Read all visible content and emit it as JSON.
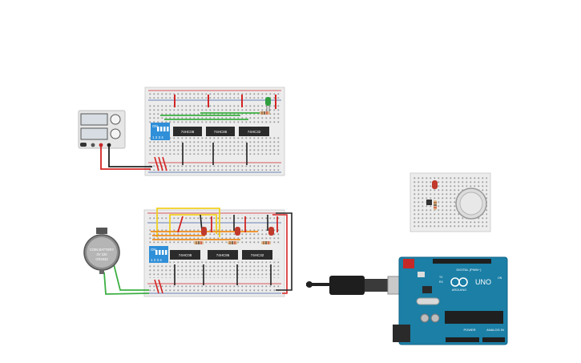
{
  "canvas": {
    "background": "#ffffff"
  },
  "colors": {
    "breadboard": "#ececec",
    "breadboard_edge": "#d6d6d6",
    "rail_red": "#d0282b",
    "rail_blue": "#3b5fa8",
    "wire_red": "#d42424",
    "wire_black": "#222222",
    "wire_green": "#3cb043",
    "wire_yellow": "#f0d020",
    "wire_orange": "#f08c1a",
    "chip": "#2b2b2b",
    "dip_switch": "#2f8fd8",
    "arduino": "#1b7fa6",
    "led_red": "#c0392b",
    "led_green": "#2e9e3e",
    "resistor": "#d9b48a"
  },
  "power_supply": {
    "icon": "power-supply-icon"
  },
  "breadboard_top": {
    "dip_switch": {
      "on_label": "ON",
      "numbers": "1 2 3 4"
    },
    "chips": [
      "74HC08",
      "74HC86",
      "74HC32"
    ]
  },
  "breadboard_bottom": {
    "dip_switch": {
      "on_label": "ON",
      "numbers": "1 2 3 4"
    },
    "chips": [
      "74HC08",
      "74HC86",
      "74HC32"
    ]
  },
  "coin_battery": {
    "line1": "COIN BATTERY",
    "line2": "3V 220",
    "line3": "CR2032"
  },
  "small_board": {
    "icon": "temperature-sensor-icon"
  },
  "arduino": {
    "model": "UNO",
    "brand": "ARDUINO",
    "digital_label": "DIGITAL (PWM~)",
    "power_label": "POWER",
    "analog_label": "ANALOG IN",
    "tx_label": "TX",
    "rx_label": "RX",
    "on_label": "ON"
  }
}
